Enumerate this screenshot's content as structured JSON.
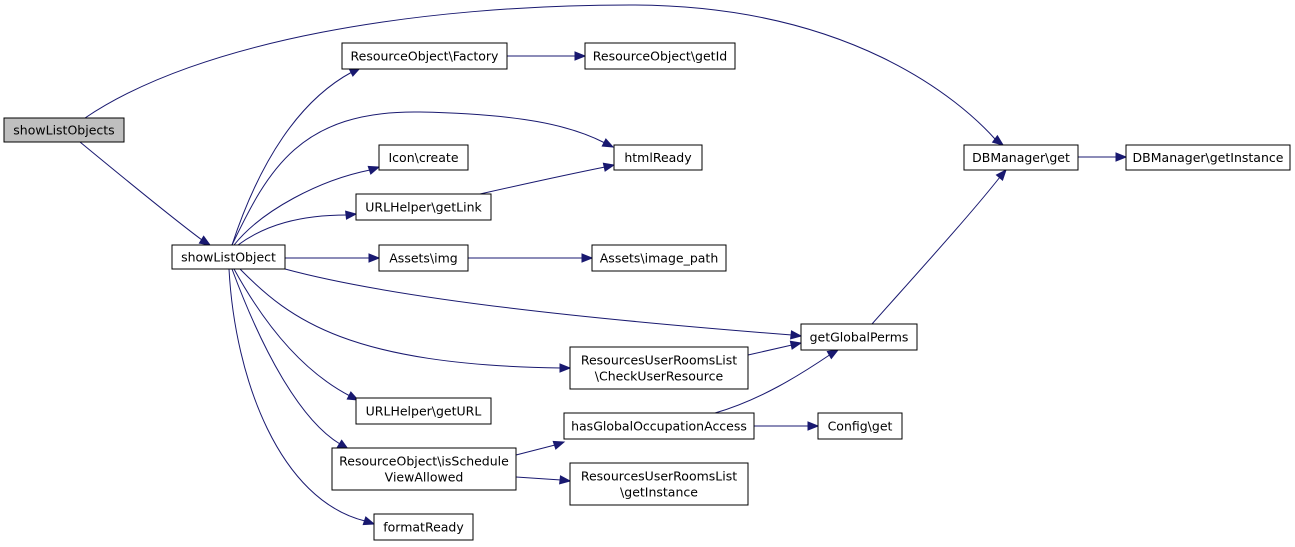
{
  "colors": {
    "edge": "#191970",
    "node_border": "#000000",
    "node_fill": "#ffffff",
    "root_fill": "#bfbfbf"
  },
  "nodes": [
    {
      "id": "n0",
      "lines": [
        "showListObjects"
      ],
      "root": true
    },
    {
      "id": "n1",
      "lines": [
        "showListObject"
      ]
    },
    {
      "id": "n2",
      "lines": [
        "ResourceObject\\Factory"
      ]
    },
    {
      "id": "n3",
      "lines": [
        "ResourceObject\\getId"
      ]
    },
    {
      "id": "n4",
      "lines": [
        "htmlReady"
      ]
    },
    {
      "id": "n5",
      "lines": [
        "Icon\\create"
      ]
    },
    {
      "id": "n6",
      "lines": [
        "URLHelper\\getLink"
      ]
    },
    {
      "id": "n7",
      "lines": [
        "Assets\\img"
      ]
    },
    {
      "id": "n8",
      "lines": [
        "Assets\\image_path"
      ]
    },
    {
      "id": "n9",
      "lines": [
        "DBManager\\get"
      ]
    },
    {
      "id": "n10",
      "lines": [
        "DBManager\\getInstance"
      ]
    },
    {
      "id": "n11",
      "lines": [
        "getGlobalPerms"
      ]
    },
    {
      "id": "n12",
      "lines": [
        "ResourcesUserRoomsList",
        "\\CheckUserResource"
      ]
    },
    {
      "id": "n13",
      "lines": [
        "URLHelper\\getURL"
      ]
    },
    {
      "id": "n14",
      "lines": [
        "hasGlobalOccupationAccess"
      ]
    },
    {
      "id": "n15",
      "lines": [
        "Config\\get"
      ]
    },
    {
      "id": "n16",
      "lines": [
        "ResourceObject\\isSchedule",
        "ViewAllowed"
      ]
    },
    {
      "id": "n17",
      "lines": [
        "ResourcesUserRoomsList",
        "\\getInstance"
      ]
    },
    {
      "id": "n18",
      "lines": [
        "formatReady"
      ]
    }
  ],
  "edges": [
    {
      "from": "n0",
      "to": "n9"
    },
    {
      "from": "n0",
      "to": "n1"
    },
    {
      "from": "n1",
      "to": "n2"
    },
    {
      "from": "n1",
      "to": "n4"
    },
    {
      "from": "n1",
      "to": "n5"
    },
    {
      "from": "n1",
      "to": "n6"
    },
    {
      "from": "n1",
      "to": "n7"
    },
    {
      "from": "n1",
      "to": "n11"
    },
    {
      "from": "n1",
      "to": "n12"
    },
    {
      "from": "n1",
      "to": "n13"
    },
    {
      "from": "n1",
      "to": "n16"
    },
    {
      "from": "n1",
      "to": "n18"
    },
    {
      "from": "n2",
      "to": "n3"
    },
    {
      "from": "n6",
      "to": "n4"
    },
    {
      "from": "n7",
      "to": "n8"
    },
    {
      "from": "n9",
      "to": "n10"
    },
    {
      "from": "n11",
      "to": "n9"
    },
    {
      "from": "n12",
      "to": "n11"
    },
    {
      "from": "n14",
      "to": "n11"
    },
    {
      "from": "n14",
      "to": "n15"
    },
    {
      "from": "n16",
      "to": "n14"
    },
    {
      "from": "n16",
      "to": "n17"
    }
  ]
}
